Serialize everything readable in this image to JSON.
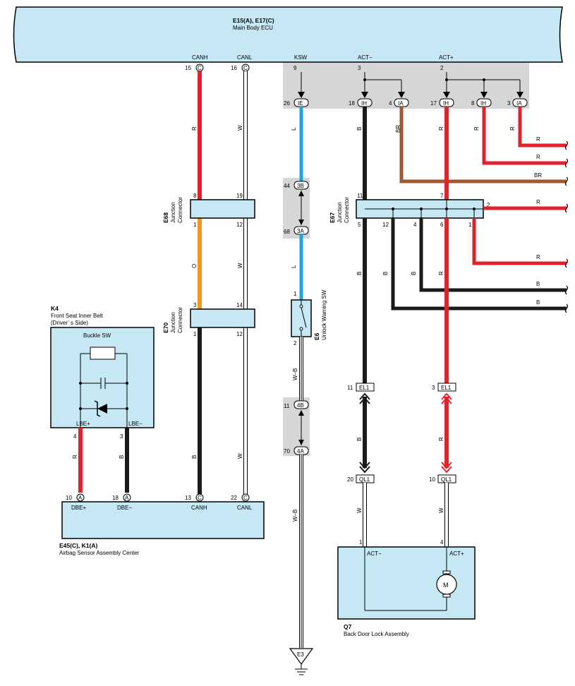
{
  "colors": {
    "red": "#e4212a",
    "black": "#1a1a1a",
    "orange": "#f3961f",
    "blue": "#1ba4e0",
    "brown": "#a2572f",
    "white_wire": "#ffffff",
    "box_fill": "#c6e8f4",
    "shade": "#d6d6d6"
  },
  "ecu": {
    "id": "E15(A), E17(C)",
    "name": "Main Body ECU",
    "terminals": [
      "CANH",
      "CANL",
      "KSW",
      "ACT−",
      "ACT+"
    ],
    "pins": [
      "15",
      "16",
      "9",
      "3",
      "2"
    ],
    "pin_letter": "C"
  },
  "connectors": {
    "ie": "IE",
    "ih": "IH",
    "ia": "IA",
    "b3": "3B",
    "a3": "3A",
    "b4": "4B",
    "a4": "4A",
    "el1": "EL1",
    "ql1": "QL1",
    "a": "A",
    "c": "C",
    "e3": "E3"
  },
  "pins": {
    "p26": "26",
    "p18": "18",
    "p4": "4",
    "p17": "17",
    "p8": "8",
    "p3": "3",
    "p44": "44",
    "p68": "68",
    "p11": "11",
    "p70": "70",
    "p1": "1",
    "p2": "2",
    "p7": "7",
    "p5": "5",
    "p12": "12",
    "p6": "6",
    "p19": "19",
    "p14": "14",
    "p10": "10",
    "p13": "13",
    "p22": "22",
    "p20": "20"
  },
  "wire_colors": {
    "R": "R",
    "W": "W",
    "L": "L",
    "B": "B",
    "BR": "BR",
    "O": "O",
    "WB": "W–B"
  },
  "junctions": {
    "e68_id": "E68",
    "e70_id": "E70",
    "e67_id": "E67",
    "label_line1": "Junction",
    "label_line2": "Connector"
  },
  "switch": {
    "id": "E6",
    "name": "Unlock Warning SW"
  },
  "belt": {
    "id": "K4",
    "name_line1": "Front Seat Inner Belt",
    "name_line2": "(Driver’ s Side)",
    "buckle": "Buckle SW",
    "lbe_plus": "LBE+",
    "lbe_minus": "LBE−"
  },
  "airbag": {
    "id": "E45(C), K1(A)",
    "name": "Airbag Sensor Assembly Center",
    "terminals": [
      "DBE+",
      "DBE−",
      "CANH",
      "CANL"
    ]
  },
  "lock": {
    "id": "Q7",
    "name": "Back Door Lock Assembly",
    "act_minus": "ACT−",
    "act_plus": "ACT+",
    "motor": "M"
  }
}
